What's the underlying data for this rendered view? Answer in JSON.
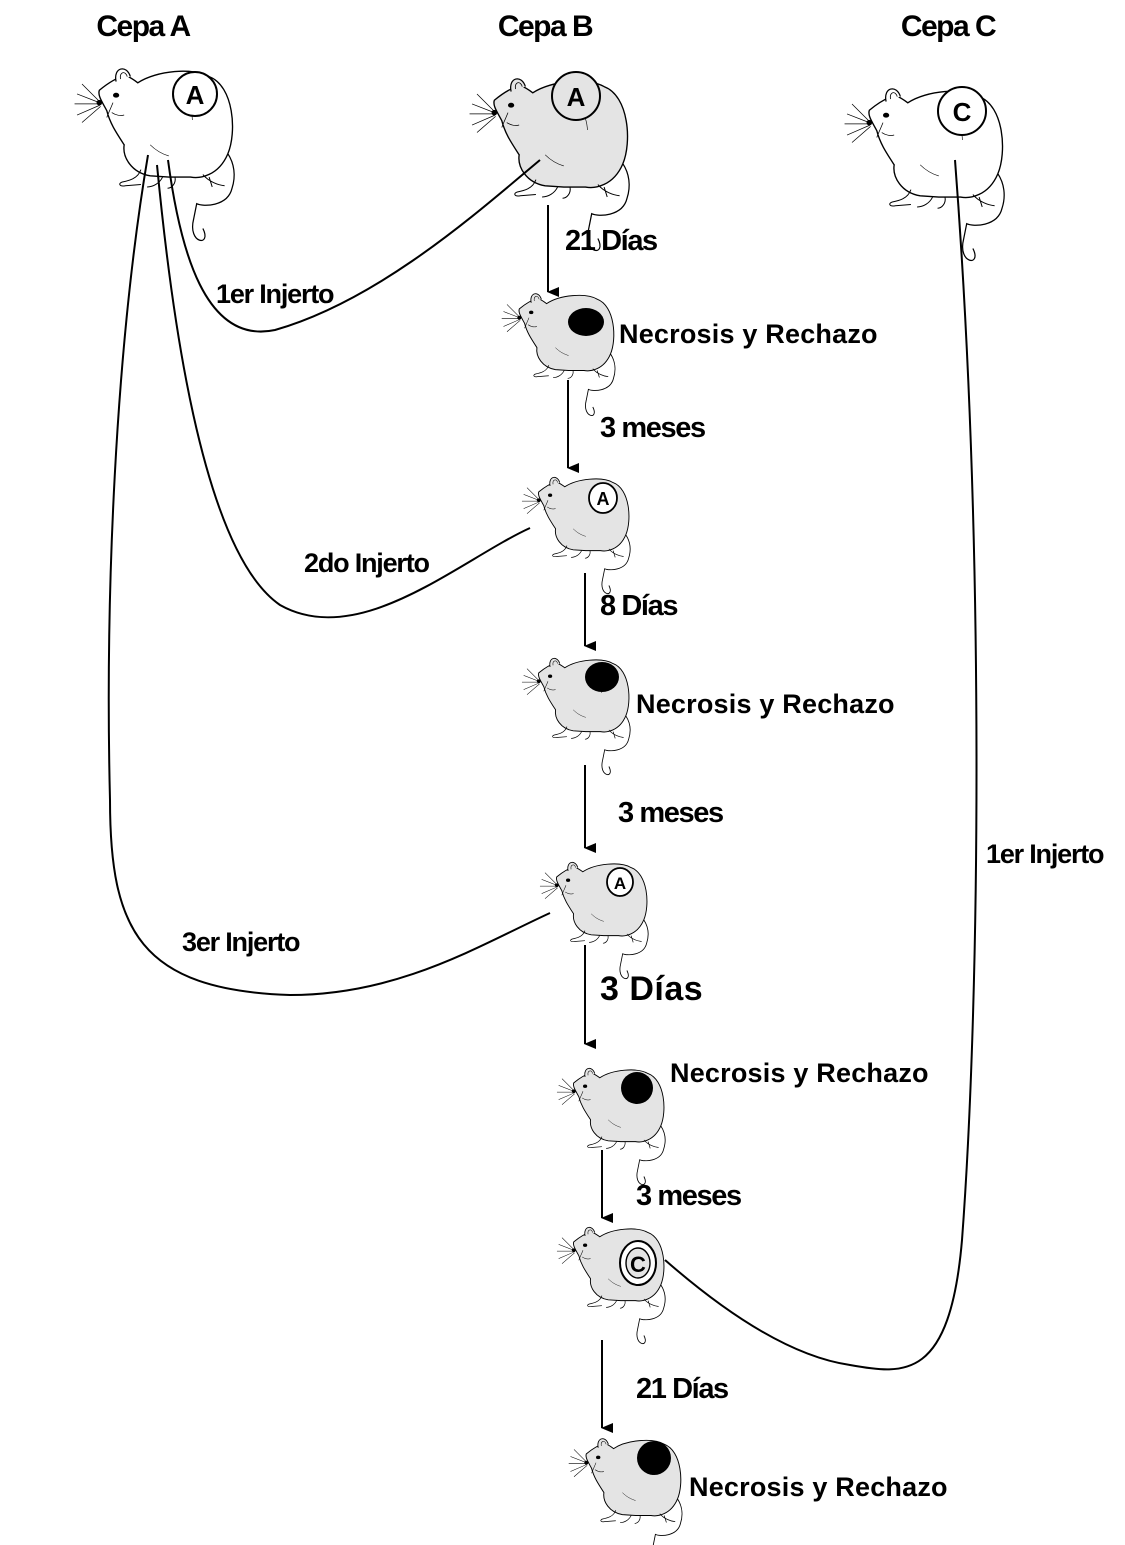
{
  "strains": {
    "a": "Cepa A",
    "b": "Cepa B",
    "c": "Cepa C"
  },
  "graft_letters": {
    "a": "A",
    "c": "C"
  },
  "grafts": {
    "first_a": "1er Injerto",
    "second_a": "2do Injerto",
    "third_a": "3er Injerto",
    "first_c": "1er Injerto"
  },
  "intervals": {
    "t1": "21 Días",
    "t2": "3 meses",
    "t3": "8 Días",
    "t4": "3 meses",
    "t5": "3 Días",
    "t6": "3 meses",
    "t7": "21 Días"
  },
  "outcomes": {
    "r1": "Necrosis y Rechazo",
    "r2": "Necrosis y Rechazo",
    "r3": "Necrosis y Rechazo",
    "r4": "Necrosis y Rechazo"
  },
  "colors": {
    "white_mouse": "#ffffff",
    "grey_mouse": "#e4e4e4",
    "outline": "#000000"
  },
  "icons": [
    "mouse-icon",
    "graft-patch-icon",
    "necrosis-spot-icon",
    "arrow-down-icon"
  ]
}
